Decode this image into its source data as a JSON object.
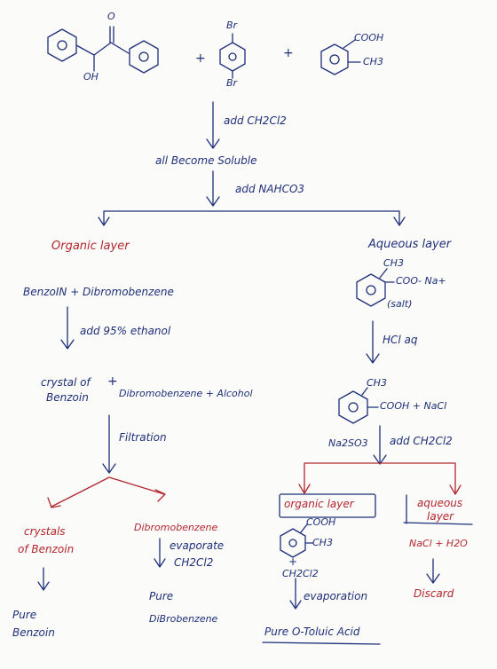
{
  "top": {
    "benzoin_oh": "OH",
    "benzoin_o": "O",
    "plus_1": "+",
    "plus_2": "+",
    "dibromo_br_top": "Br",
    "dibromo_br_bottom": "Br",
    "toluic_cooh": "COOH",
    "toluic_ch3": "CH3"
  },
  "steps": {
    "add_dcm": "add CH2Cl2",
    "all_soluble": "all Become Soluble",
    "add_nahco3": "add NAHCO3"
  },
  "left": {
    "title": "Organic layer",
    "contents": "BenzoIN + Dibromobenzene",
    "add_ethanol": "add 95% ethanol",
    "crystals": "crystal of Benzoin",
    "crystals_line1": "crystal of",
    "crystals_line2": "Benzoin",
    "plus": "+",
    "solution": "Dibromobenzene + Alcohol",
    "filtration": "Filtration",
    "branch_a_line1": "crystals",
    "branch_a_line2": "of Benzoin",
    "branch_a_result_line1": "Pure",
    "branch_a_result_line2": "Benzoin",
    "branch_b": "Dibromobenzene",
    "branch_b_step_line1": "evaporate",
    "branch_b_step_line2": "CH2Cl2",
    "branch_b_result_line1": "Pure",
    "branch_b_result_line2": "DiBrobenzene"
  },
  "right": {
    "title_line1": "Aqueous layer",
    "salt_ch3": "CH3",
    "salt_group": "COO- Na+",
    "salt_label": "(salt)",
    "hcl": "HCl aq",
    "acid_ch3": "CH3",
    "acid_group": "COOH + NaCl",
    "na2so3": "Na2SO3",
    "add_dcm": "add CH2Cl2",
    "org_title": "organic layer",
    "org_cooh": "COOH",
    "org_ch3": "CH3",
    "org_plus": "+",
    "org_solvent": "CH2Cl2",
    "org_step": "evaporation",
    "org_result": "Pure O-Toluic Acid",
    "aq_title_line1": "aqueous",
    "aq_title_line2": "layer",
    "aq_contents": "NaCl + H2O",
    "aq_result": "Discard"
  }
}
